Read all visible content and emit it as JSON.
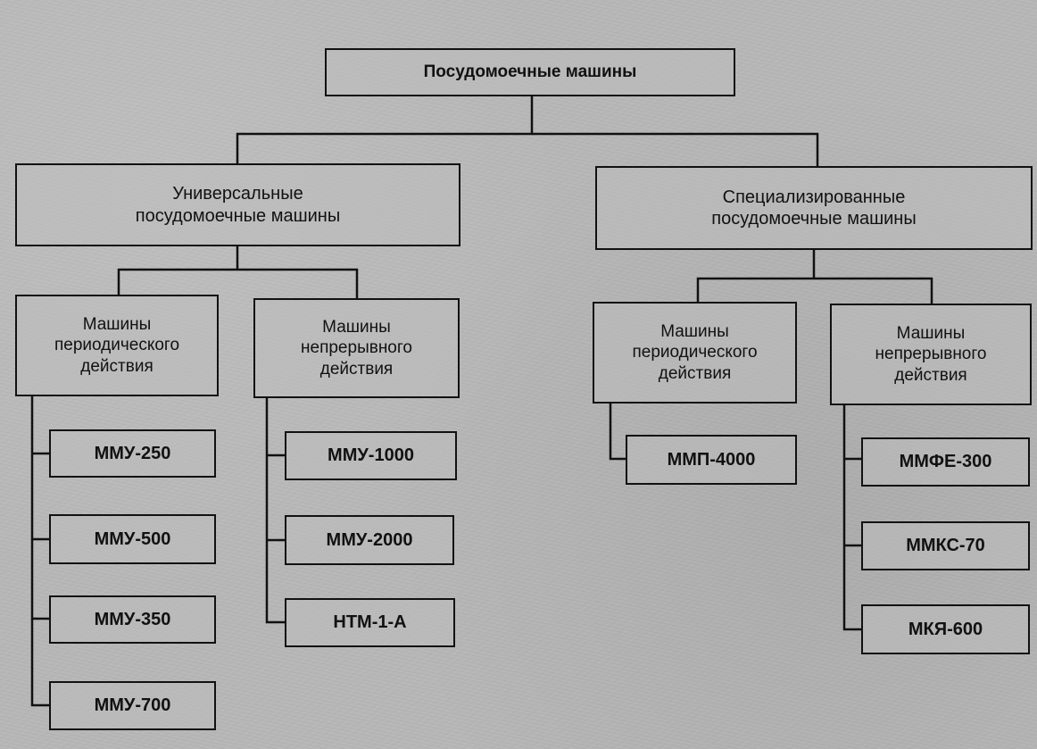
{
  "diagram": {
    "root": {
      "label": "Посудомоечные машины"
    },
    "universal": {
      "label": "Универсальные\nпосудомоечные машины",
      "periodic": {
        "label": "Машины\nпериодического\nдействия",
        "models": [
          "ММУ-250",
          "ММУ-500",
          "ММУ-350",
          "ММУ-700"
        ]
      },
      "continuous": {
        "label": "Машины\nнепрерывного\nдействия",
        "models": [
          "ММУ-1000",
          "ММУ-2000",
          "НТМ-1-А"
        ]
      }
    },
    "specialized": {
      "label": "Специализированные\nпосудомоечные машины",
      "periodic": {
        "label": "Машины\nпериодического\nдействия",
        "models": [
          "ММП-4000"
        ]
      },
      "continuous": {
        "label": "Машины\nнепрерывного\nдействия",
        "models": [
          "ММФЕ-300",
          "ММКС-70",
          "МКЯ-600"
        ]
      }
    }
  }
}
